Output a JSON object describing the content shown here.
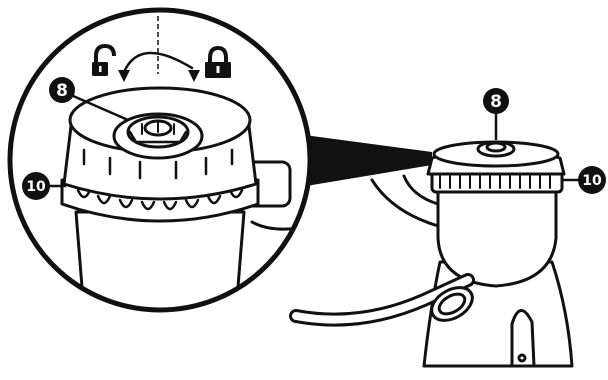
{
  "figure": {
    "callouts": [
      {
        "id": "filter-cap",
        "number": "8"
      },
      {
        "id": "filter-cap-zoom",
        "number": "8"
      },
      {
        "id": "housing-ring",
        "number": "10"
      },
      {
        "id": "housing-ring-zoom",
        "number": "10"
      }
    ],
    "icons": {
      "unlock": "unlock-icon",
      "lock": "lock-icon",
      "rotate": "rotate-arrows-icon"
    },
    "colors": {
      "line": "#111111",
      "fill": "#ffffff",
      "label_bg": "#111111",
      "label_text": "#ffffff"
    }
  }
}
